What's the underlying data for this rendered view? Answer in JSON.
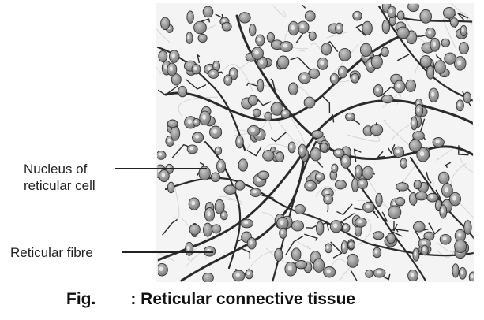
{
  "labels": {
    "nucleus_line1": "Nucleus of",
    "nucleus_line2": "reticular cell",
    "fibre": "Reticular fibre"
  },
  "caption": {
    "prefix": "Fig.",
    "text": ": Reticular connective tissue"
  },
  "colors": {
    "fibre": "#2a2a2a",
    "cell_fill": "#9a9a9a",
    "cell_stroke": "#333333",
    "nucleus": "#e6e6e6",
    "leader": "#222222"
  }
}
